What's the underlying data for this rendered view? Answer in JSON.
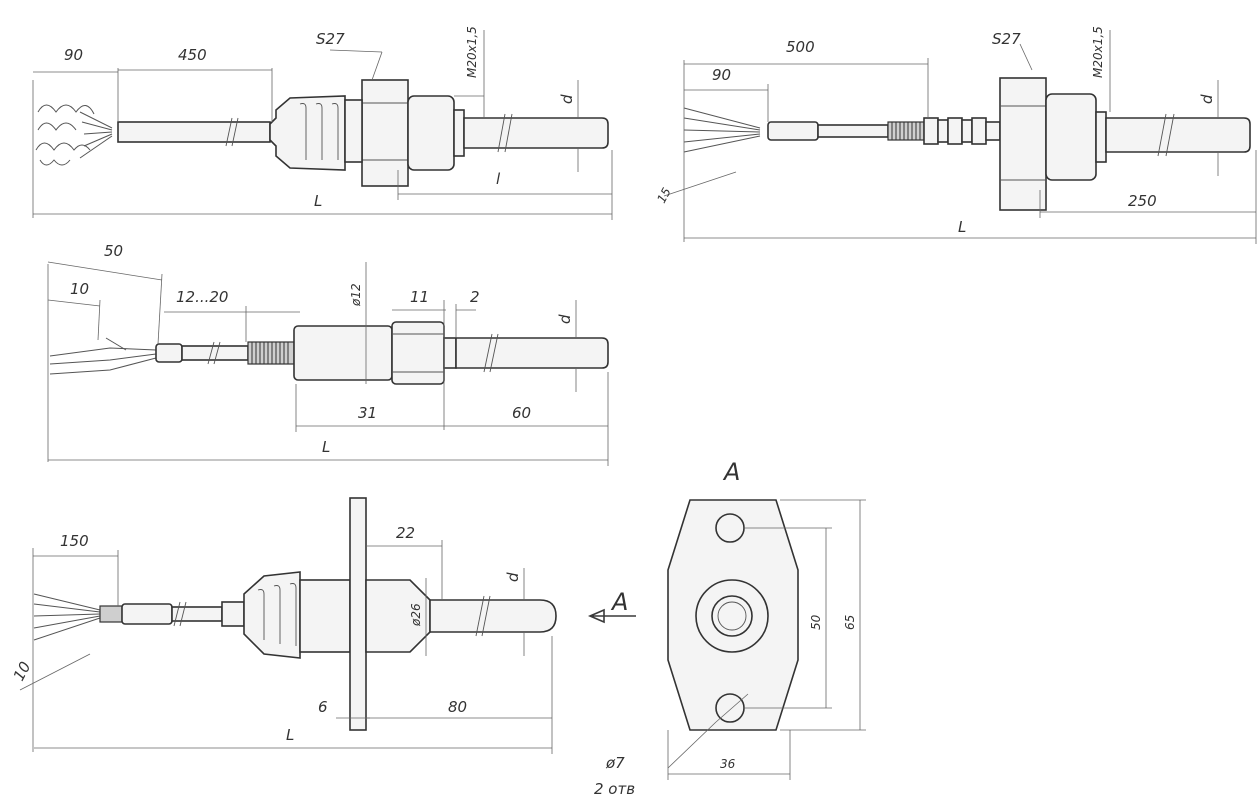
{
  "sensor1": {
    "dim_90": "90",
    "dim_450": "450",
    "dim_S27": "S27",
    "dim_thread": "M20x1,5",
    "dim_d": "d",
    "dim_l_inner": "l",
    "dim_L": "L"
  },
  "sensor2": {
    "dim_500": "500",
    "dim_90": "90",
    "dim_S27": "S27",
    "dim_thread": "M20x1,5",
    "dim_d": "d",
    "dim_15": "15",
    "dim_250": "250",
    "dim_L": "L"
  },
  "sensor3": {
    "dim_50": "50",
    "dim_10": "10",
    "dim_12_20": "12...20",
    "dim_diam12": "ø12",
    "dim_11": "11",
    "dim_2": "2",
    "dim_d": "d",
    "dim_31": "31",
    "dim_60": "60",
    "dim_L": "L"
  },
  "sensor4": {
    "dim_150": "150",
    "dim_22": "22",
    "dim_d": "d",
    "dim_diam26": "ø26",
    "dim_10": "10",
    "dim_6": "6",
    "dim_80": "80",
    "dim_L": "L",
    "view_arrow": "A"
  },
  "flange_view": {
    "title": "A",
    "dim_50": "50",
    "dim_65": "65",
    "dim_36": "36",
    "dim_hole": "ø7",
    "dim_holes_count": "2 отв"
  }
}
